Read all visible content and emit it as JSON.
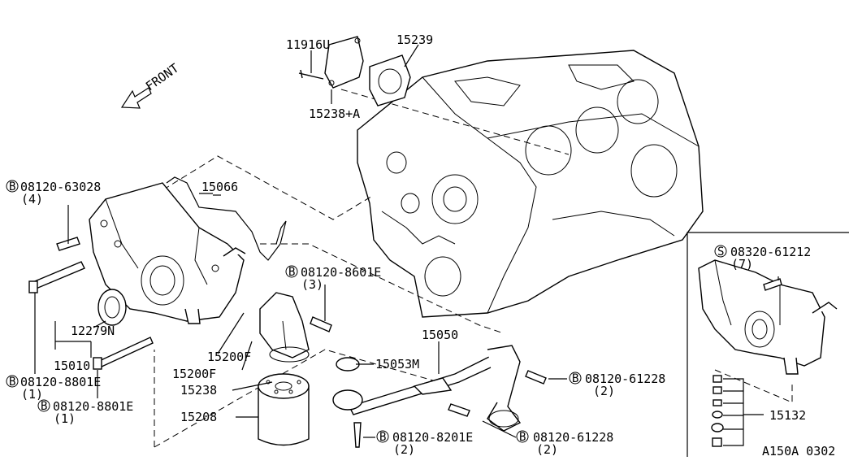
{
  "diagram": {
    "front_label": "FRONT",
    "catalog_code": "A150A 0302",
    "parts": {
      "p11916U": "11916U",
      "p15239": "15239",
      "p15238A": "15238+A",
      "p15066": "15066",
      "p12279N": "12279N",
      "p15010": "15010",
      "p15200F_a": "15200F",
      "p15200F_b": "15200F",
      "p15238": "15238",
      "p15208": "15208",
      "p15053M": "15053M",
      "p15050": "15050",
      "p15132": "15132"
    },
    "bolts": {
      "b1": {
        "prefix": "B",
        "code": "08120-63028",
        "qty": "(4)"
      },
      "b2": {
        "prefix": "B",
        "code": "08120-8601E",
        "qty": "(3)"
      },
      "b3": {
        "prefix": "B",
        "code": "08120-8801E",
        "qty": "(1)"
      },
      "b4": {
        "prefix": "B",
        "code": "08120-8801E",
        "qty": "(1)"
      },
      "b5": {
        "prefix": "B",
        "code": "08120-61228",
        "qty": "(2)"
      },
      "b6": {
        "prefix": "B",
        "code": "08120-8201E",
        "qty": "(2)"
      },
      "b7": {
        "prefix": "B",
        "code": "08120-61228",
        "qty": "(2)"
      },
      "s1": {
        "prefix": "S",
        "code": "08320-61212",
        "qty": "(7)"
      }
    }
  }
}
